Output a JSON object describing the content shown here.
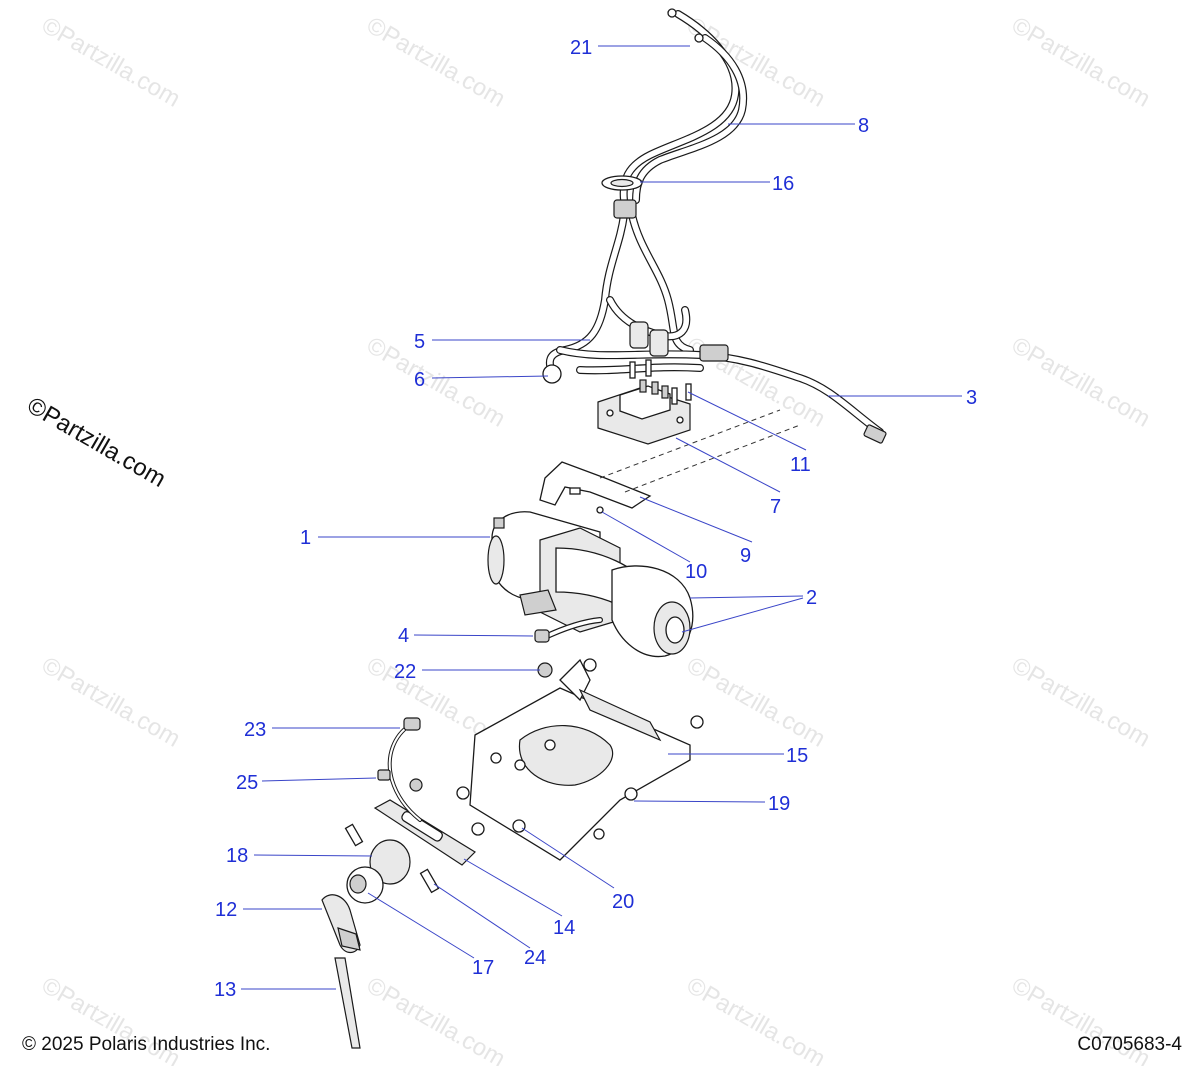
{
  "watermark": "©Partzilla.com",
  "brand_mark": "©Partzilla.com",
  "copyright": "© 2025 Polaris Industries Inc.",
  "diagram_code": "C0705683-4",
  "callouts": [
    "21",
    "8",
    "16",
    "5",
    "6",
    "3",
    "11",
    "7",
    "9",
    "10",
    "1",
    "2",
    "4",
    "22",
    "23",
    "15",
    "25",
    "19",
    "18",
    "20",
    "14",
    "12",
    "24",
    "17",
    "13"
  ],
  "colors": {
    "callout": "#1f2fd6",
    "line": "#1a1a1a",
    "watermark": "#cfcfcf"
  }
}
